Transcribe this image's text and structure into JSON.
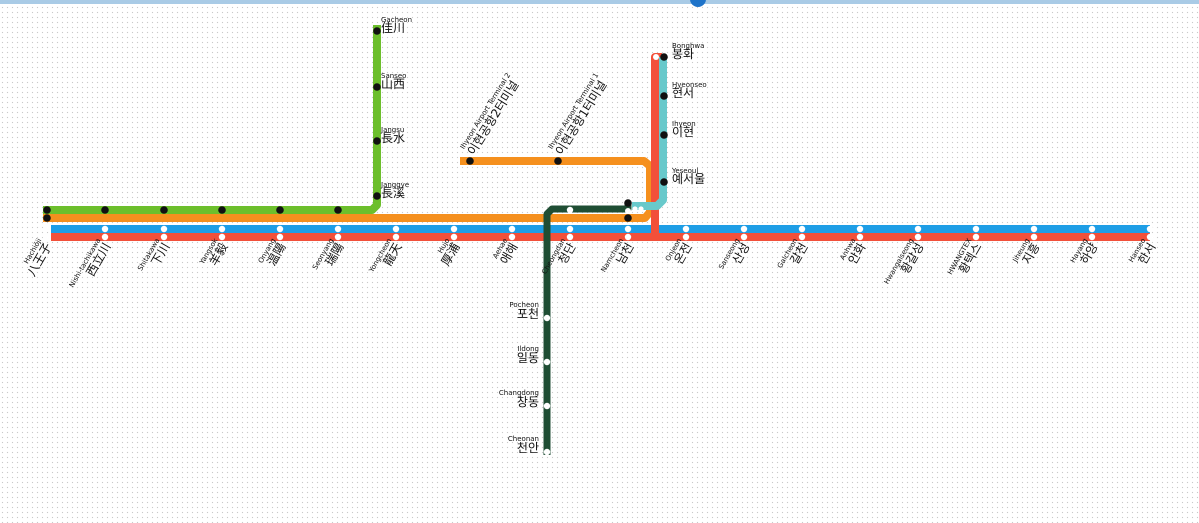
{
  "colors": {
    "line_blue": "#1e9ee6",
    "line_red": "#f2503a",
    "line_orange": "#f5901e",
    "line_green": "#6cbf2c",
    "line_darkgreen": "#1f4e34",
    "line_teal": "#68c9cb"
  },
  "main_line_stations": [
    {
      "en": "Hachiōji",
      "local": "八王子"
    },
    {
      "en": "Nishi-tachikawa",
      "local": "西立川"
    },
    {
      "en": "Shitakawa",
      "local": "下川"
    },
    {
      "en": "Yangsok",
      "local": "羊毅"
    },
    {
      "en": "Onyang",
      "local": "温陽"
    },
    {
      "en": "Seonyang",
      "local": "瑞陽"
    },
    {
      "en": "Yongcheon",
      "local": "龍天"
    },
    {
      "en": "Hujo",
      "local": "厚浦"
    },
    {
      "en": "Aehae",
      "local": "애해"
    },
    {
      "en": "Cheongdan",
      "local": "청단"
    },
    {
      "en": "Namcheon",
      "local": "남천"
    },
    {
      "en": "Onjeon",
      "local": "온전"
    },
    {
      "en": "Sanseong",
      "local": "산성"
    },
    {
      "en": "Galcheon",
      "local": "갈천"
    },
    {
      "en": "Anhwa",
      "local": "안화"
    },
    {
      "en": "Hwangalseong",
      "local": "황갈성"
    },
    {
      "en": "HWANGTEX",
      "local": "황텍스"
    },
    {
      "en": "Jiheung",
      "local": "지흥"
    },
    {
      "en": "Hayang",
      "local": "하양"
    },
    {
      "en": "Hanseo",
      "local": "한서"
    }
  ],
  "green_branch_stations": [
    {
      "en": "Gacheon",
      "local": "佳川"
    },
    {
      "en": "Sanseo",
      "local": "山西"
    },
    {
      "en": "Jangsu",
      "local": "長水"
    },
    {
      "en": "Janggye",
      "local": "長溪"
    }
  ],
  "teal_branch_stations": [
    {
      "en": "Bonghwa",
      "local": "봉화"
    },
    {
      "en": "Hyeonseo",
      "local": "현서"
    },
    {
      "en": "Ihyeon",
      "local": "이현"
    },
    {
      "en": "Yeseoul",
      "local": "예서울"
    }
  ],
  "airport_stations": [
    {
      "en": "Ihyeon Airport Terminal 2",
      "local": "이현공항2터미널"
    },
    {
      "en": "Ihyeon Airport Terminal 1",
      "local": "이현공항1터미널"
    }
  ],
  "south_branch_stations": [
    {
      "en": "Pocheon",
      "local": "포천"
    },
    {
      "en": "Ildong",
      "local": "일동"
    },
    {
      "en": "Changdong",
      "local": "창동"
    },
    {
      "en": "Cheonan",
      "local": "천안"
    }
  ]
}
